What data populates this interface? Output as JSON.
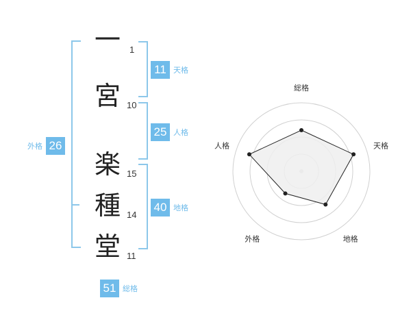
{
  "name": {
    "characters": [
      {
        "char": "一",
        "strokes": "1"
      },
      {
        "char": "宮",
        "strokes": "10"
      },
      {
        "char": "楽",
        "strokes": "15"
      },
      {
        "char": "種",
        "strokes": "14"
      },
      {
        "char": "堂",
        "strokes": "11"
      }
    ]
  },
  "kaku": {
    "tenkaku": {
      "label": "天格",
      "value": "11"
    },
    "jinkaku": {
      "label": "人格",
      "value": "25"
    },
    "chikaku": {
      "label": "地格",
      "value": "40"
    },
    "gaikaku": {
      "label": "外格",
      "value": "26"
    },
    "soukaku": {
      "label": "総格",
      "value": "51"
    }
  },
  "colors": {
    "bracket": "#8cc7ea",
    "badge": "#6fbbea",
    "ring": "#d0d0d0",
    "polygon_fill": "#eeeeee",
    "polygon_stroke": "#222222"
  },
  "chart_data": {
    "type": "radar",
    "axes": [
      "総格",
      "天格",
      "地格",
      "外格",
      "人格"
    ],
    "values": [
      3,
      4,
      3,
      2,
      4
    ],
    "rmax": 5,
    "rings": 4
  }
}
